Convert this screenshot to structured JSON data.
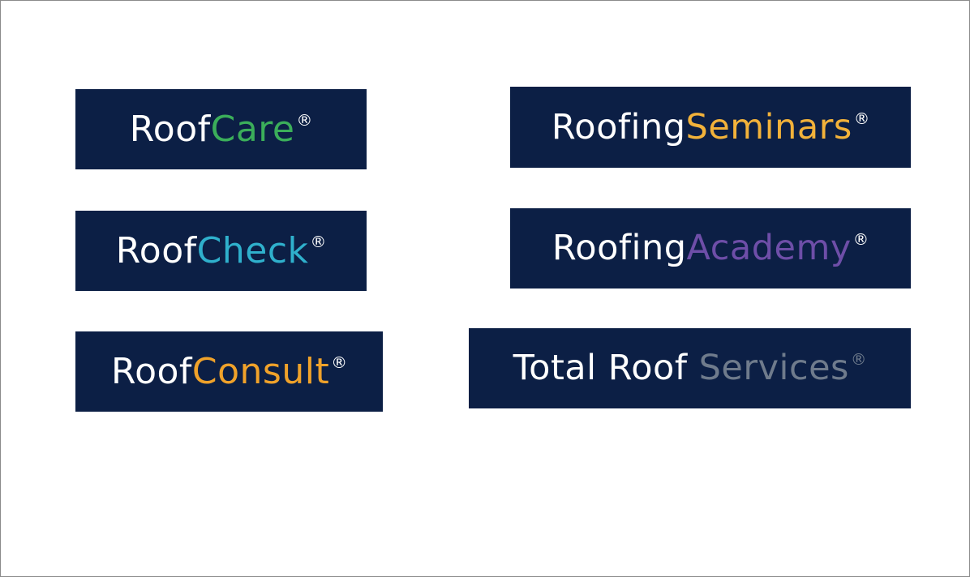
{
  "colors": {
    "tile_background": "#0c1f45",
    "base_text": "#ffffff",
    "care_green": "#3bae5a",
    "check_teal": "#2fb0cc",
    "consult_orange": "#f0a22a",
    "seminars_yellow": "#f2b23a",
    "academy_purple": "#6e4ea8",
    "services_gray": "#6f7b8c"
  },
  "logos": [
    {
      "base": "Roof",
      "accent": "Care",
      "mark": "®",
      "accent_color": "#3bae5a"
    },
    {
      "base": "Roof",
      "accent": "Check",
      "mark": "®",
      "accent_color": "#2fb0cc"
    },
    {
      "base": "Roof",
      "accent": "Consult",
      "mark": "®",
      "accent_color": "#f0a22a"
    },
    {
      "base": "Roofing",
      "accent": "Seminars",
      "mark": "®",
      "accent_color": "#f2b23a"
    },
    {
      "base": "Roofing",
      "accent": "Academy",
      "mark": "®",
      "accent_color": "#6e4ea8"
    },
    {
      "base": "Total Roof ",
      "accent": "Services",
      "mark": "®",
      "accent_color": "#6f7b8c"
    }
  ]
}
